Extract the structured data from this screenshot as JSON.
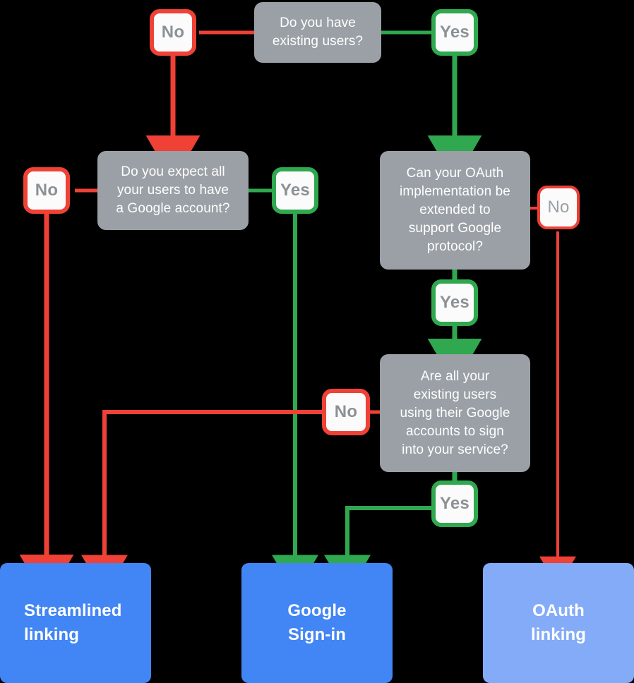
{
  "diagram": {
    "title": "Account linking decision flowchart",
    "colors": {
      "background": "#000000",
      "decision_fill": "#9aa0a6",
      "badge_fill": "#fbfbfb",
      "no_stroke": "#ef4136",
      "yes_stroke": "#2fa84f",
      "outcome_primary": "#4285f4",
      "outcome_light": "#84abf8",
      "decision_text": "#ffffff",
      "badge_text": "#8c9196",
      "outcome_text": "#ffffff"
    },
    "decisions": [
      {
        "id": "d1",
        "text": "Do you have\nexisting users?"
      },
      {
        "id": "d2",
        "text": "Do you expect all\nyour users to have\na Google account?"
      },
      {
        "id": "d3",
        "text": "Can your OAuth\nimplementation be\nextended to\nsupport Google\nprotocol?"
      },
      {
        "id": "d4",
        "text": "Are all your\nexisting users\nusing their Google\naccounts to sign\ninto your service?"
      }
    ],
    "badges": [
      {
        "id": "b1",
        "label": "No",
        "kind": "no"
      },
      {
        "id": "b2",
        "label": "Yes",
        "kind": "yes"
      },
      {
        "id": "b3",
        "label": "No",
        "kind": "no"
      },
      {
        "id": "b4",
        "label": "Yes",
        "kind": "yes"
      },
      {
        "id": "b5",
        "label": "No",
        "kind": "no"
      },
      {
        "id": "b6",
        "label": "Yes",
        "kind": "yes"
      },
      {
        "id": "b7",
        "label": "No",
        "kind": "no"
      },
      {
        "id": "b8",
        "label": "Yes",
        "kind": "yes"
      }
    ],
    "outcomes": [
      {
        "id": "o1",
        "line1": "Streamlined",
        "line2": "linking",
        "tone": "primary"
      },
      {
        "id": "o2",
        "line1": "Google",
        "line2": "Sign-in",
        "tone": "primary"
      },
      {
        "id": "o3",
        "line1": "OAuth",
        "line2": "linking",
        "tone": "light"
      }
    ]
  }
}
